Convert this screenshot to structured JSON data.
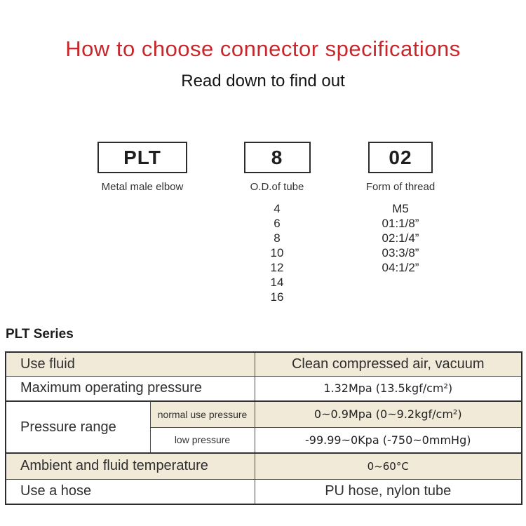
{
  "page": {
    "title": "How to choose connector specifications",
    "subtitle": "Read down to find out"
  },
  "colors": {
    "title_red": "#c7262b",
    "row_beige": "#f2ead9",
    "border_dark": "#2d2d2d"
  },
  "selector": {
    "columns": [
      {
        "code": "PLT",
        "label": "Metal male elbow"
      },
      {
        "code": "8",
        "label": "O.D.of tube"
      },
      {
        "code": "02",
        "label": "Form of thread"
      }
    ],
    "tube_sizes": [
      "4",
      "6",
      "8",
      "10",
      "12",
      "14",
      "16"
    ],
    "thread_forms": [
      "M5",
      "01:1/8”",
      "02:1/4”",
      "03:3/8”",
      "04:1/2”"
    ]
  },
  "series": {
    "heading": "PLT Series"
  },
  "spec_table": {
    "use_fluid": {
      "label": "Use fluid",
      "value": "Clean compressed air, vacuum"
    },
    "max_pressure": {
      "label": "Maximum operating pressure",
      "value": "1.32Mpa (13.5kgf/cm²)"
    },
    "pressure_range": {
      "label": "Pressure range",
      "normal": {
        "label": "normal use pressure",
        "value": "0~0.9Mpa (0~9.2kgf/cm²)"
      },
      "low": {
        "label": "low pressure",
        "value": "-99.99~0Kpa (-750~0mmHg)"
      }
    },
    "temperature": {
      "label": "Ambient and fluid temperature",
      "value": "0~60°C"
    },
    "hose": {
      "label": "Use a hose",
      "value": "PU hose, nylon tube"
    }
  }
}
